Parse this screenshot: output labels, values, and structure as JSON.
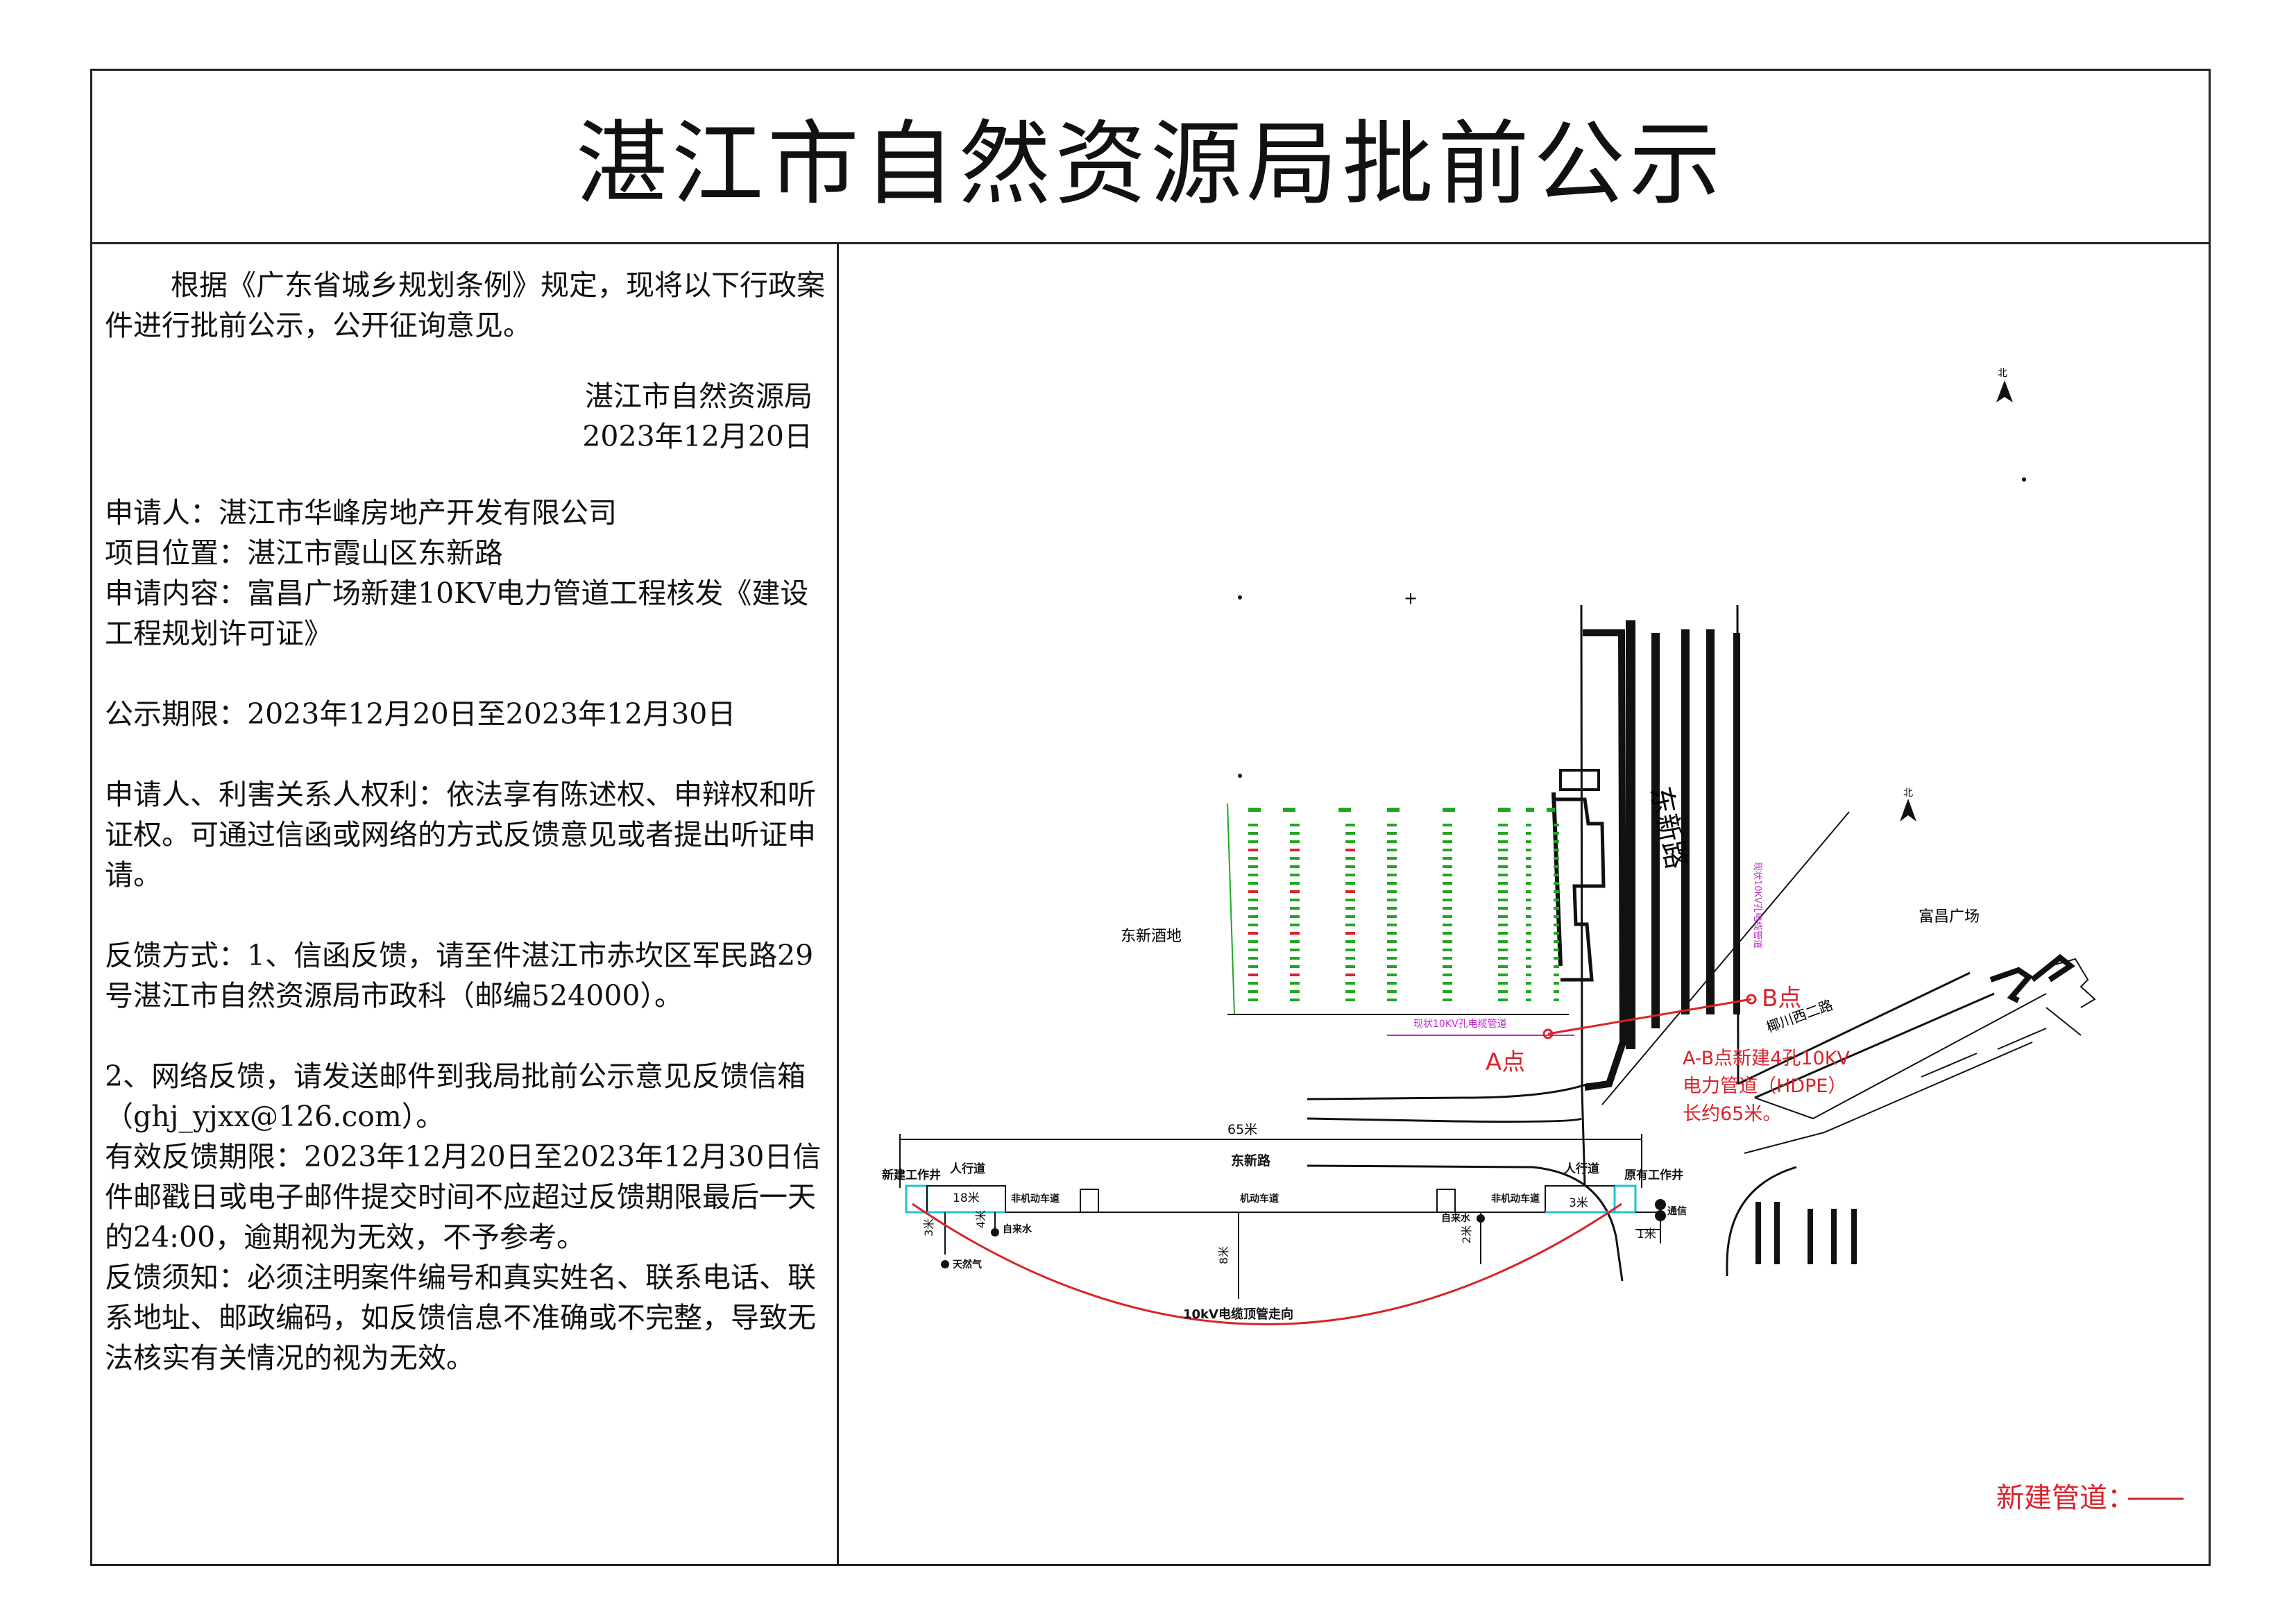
{
  "title": "湛江市自然资源局批前公示",
  "notice": {
    "intro": "根据《广东省城乡规划条例》规定，现将以下行政案件进行批前公示，公开征询意见。",
    "issuer": "湛江市自然资源局",
    "date": "2023年12月20日",
    "applicant": "申请人：湛江市华峰房地产开发有限公司",
    "location": "项目位置：湛江市霞山区东新路",
    "content": "申请内容：富昌广场新建10KV电力管道工程核发《建设工程规划许可证》",
    "period": "公示期限：2023年12月20日至2023年12月30日",
    "rights": "申请人、利害关系人权利：依法享有陈述权、申辩权和听证权。可通过信函或网络的方式反馈意见或者提出听证申请。",
    "feedback_mail": "反馈方式：1、信函反馈，请至件湛江市赤坎区军民路29号湛江市自然资源局市政科（邮编524000）。",
    "feedback_email": "2、网络反馈，请发送邮件到我局批前公示意见反馈信箱（ghj_yjxx@126.com）。",
    "valid_period": "有效反馈期限：2023年12月20日至2023年12月30日信件邮戳日或电子邮件提交时间不应超过反馈期限最后一天的24:00，逾期视为无效，不予参考。",
    "notes": "反馈须知：必须注明案件编号和真实姓名、联系电话、联系地址、邮政编码，如反馈信息不准确或不完整，导致无法核实有关情况的视为无效。"
  },
  "map": {
    "road_east": "东新路",
    "site_west": "东新酒地",
    "site_east": "富昌广场",
    "road_south": "椰川西二路",
    "point_a": "A点",
    "point_b": "B点",
    "pipe_note_1": "A-B点新建4孔10KV",
    "pipe_note_2": "电力管道（HDPE）",
    "pipe_note_3": "长约65米。",
    "existing_pipe": "现状10KV孔电缆管道",
    "east_pipe": "现状10KV孔电缆管道",
    "legend_label": "新建管道：",
    "north_1": "北",
    "north_2": "北",
    "colors": {
      "new_pipe": "#d9232a",
      "magenta": "#c026d3",
      "green": "#22a622",
      "cyan": "#22c1d6"
    }
  },
  "section": {
    "span": "65米",
    "road": "东新路",
    "left_well": "新建工作井",
    "right_well": "原有工作井",
    "sidewalk_l": "人行道",
    "sidewalk_r": "人行道",
    "bike_l": "非机动车道",
    "bike_r": "非机动车道",
    "motor": "机动车道",
    "w18": "18米",
    "w3": "3米",
    "w1": "1米",
    "d3": "3米",
    "d4": "4米",
    "d8": "8米",
    "d2": "2米",
    "water_l": "自来水",
    "water_r": "自来水",
    "gas": "天然气",
    "comm": "通信",
    "pipe_label": "10kV电缆顶管走向"
  }
}
